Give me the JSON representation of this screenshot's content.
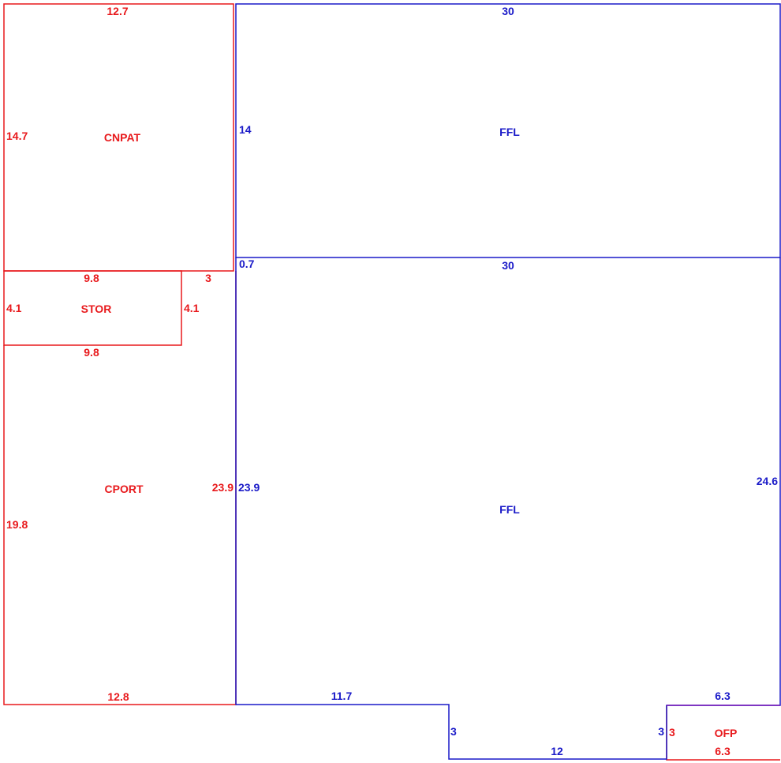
{
  "areas": {
    "cnpat": {
      "name": "CNPAT",
      "top": "12.7",
      "left": "14.7",
      "color": "#e8191c"
    },
    "stor": {
      "name": "STOR",
      "top": "9.8",
      "bottom": "9.8",
      "left": "4.1",
      "right": "4.1",
      "gap": "3",
      "color": "#e8191c"
    },
    "cport": {
      "name": "CPORT",
      "left": "19.8",
      "right": "23.9",
      "bottom": "12.8",
      "color": "#e8191c"
    },
    "ffl_upper": {
      "name": "FFL",
      "top": "30",
      "left": "14",
      "color": "#1a1ac8"
    },
    "ffl_lower": {
      "name": "FFL",
      "top": "30",
      "left": "23.9",
      "left_offset": "0.7",
      "right": "24.6",
      "bottom_left": "11.7",
      "step_left": "3",
      "bottom": "12",
      "step_right": "3",
      "bottom_right": "6.3",
      "color": "#1a1ac8"
    },
    "ofp": {
      "name": "OFP",
      "left": "3",
      "bottom": "6.3",
      "color": "#e8191c"
    }
  }
}
